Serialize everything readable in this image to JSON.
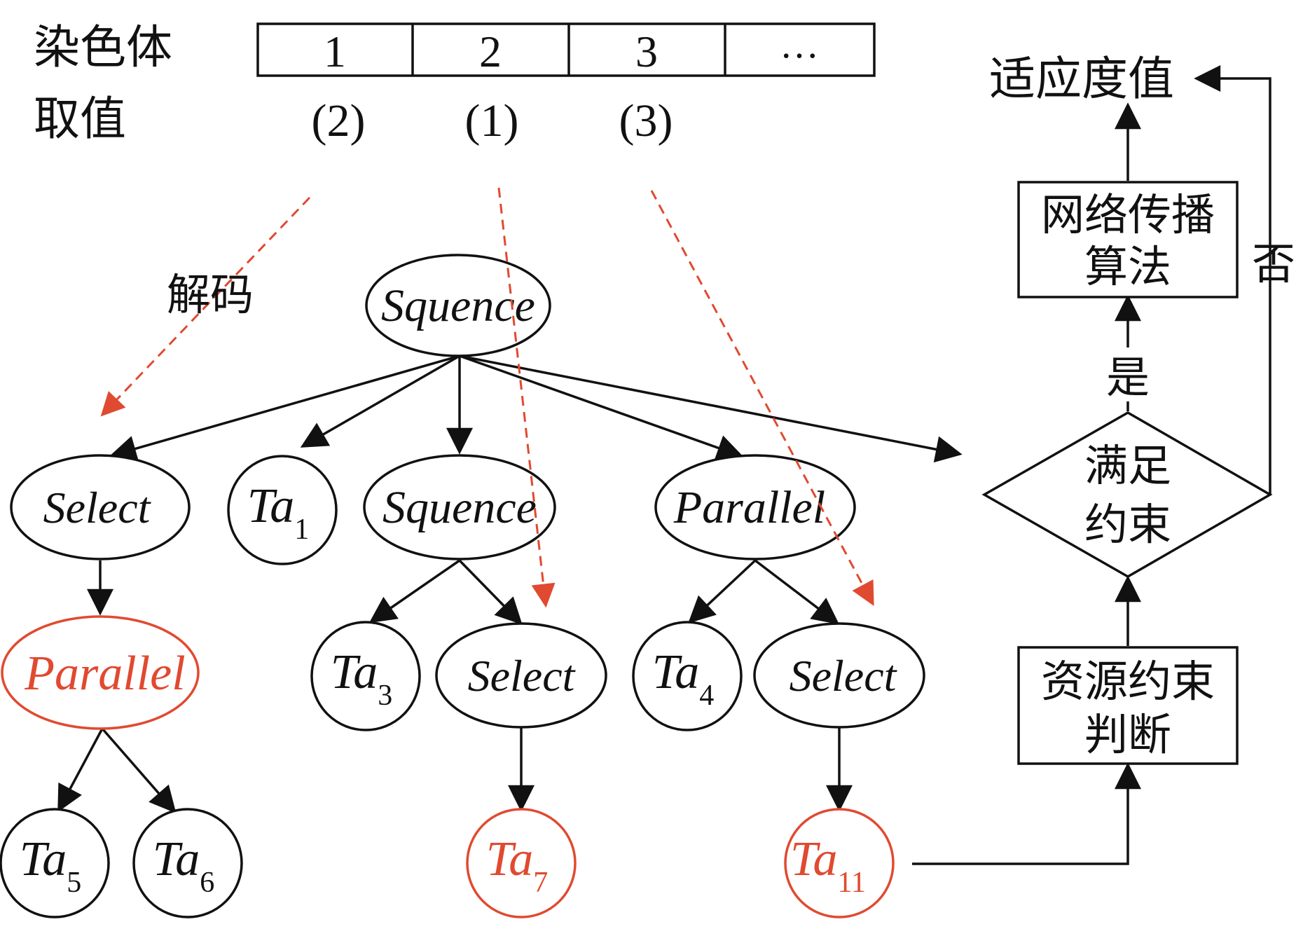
{
  "chromosome": {
    "label": "染色体",
    "value_label": "取值",
    "cells": [
      "1",
      "2",
      "3",
      "…"
    ],
    "values": [
      "(2)",
      "(1)",
      "(3)"
    ]
  },
  "decode_label": "解码",
  "tree": {
    "root": "Squence",
    "select_a": "Select",
    "ta1": {
      "base": "Ta",
      "sub": "1"
    },
    "squence_b": "Squence",
    "parallel_c": "Parallel",
    "parallel_red": "Parallel",
    "ta5": {
      "base": "Ta",
      "sub": "5"
    },
    "ta6": {
      "base": "Ta",
      "sub": "6"
    },
    "ta3": {
      "base": "Ta",
      "sub": "3"
    },
    "select_b": "Select",
    "ta7": {
      "base": "Ta",
      "sub": "7"
    },
    "ta4": {
      "base": "Ta",
      "sub": "4"
    },
    "select_c": "Select",
    "ta11": {
      "base": "Ta",
      "sub": "11"
    }
  },
  "flow": {
    "fitness": "适应度值",
    "network": [
      "网络传播",
      "算法"
    ],
    "yes": "是",
    "no": "否",
    "constraint": [
      "满足",
      "约束"
    ],
    "resource": [
      "资源约束",
      "判断"
    ]
  },
  "colors": {
    "highlight": "#e04a30",
    "stroke": "#111111"
  }
}
